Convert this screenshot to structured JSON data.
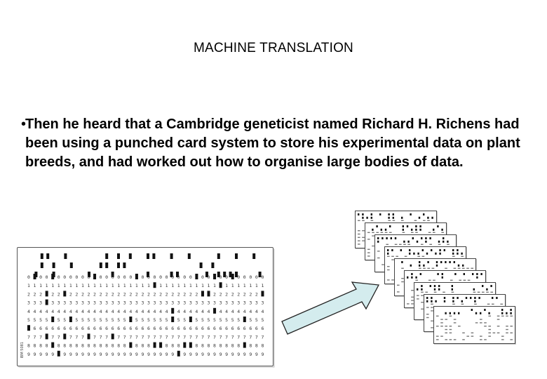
{
  "slide": {
    "title": "MACHINE TRANSLATION",
    "bullets": [
      {
        "marker": "•",
        "text": "Then he heard that a Cambridge geneticist named Richard H. Richens had been using a punched card system to store his experimental data on plant breeds, and had worked out how to organise large bodies of data."
      }
    ]
  },
  "illustration": {
    "card_label": "IBM 5081",
    "arrow_color": "#d4ecee",
    "stack_count": 9
  }
}
